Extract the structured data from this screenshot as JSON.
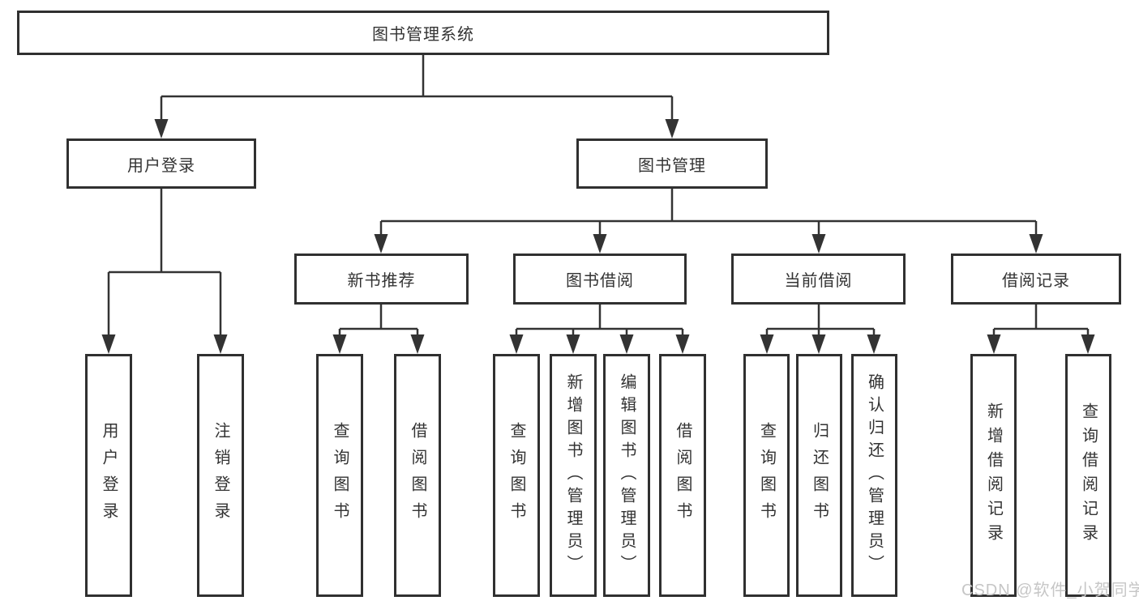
{
  "diagram_title": "图书管理系统",
  "nodes": {
    "root": "图书管理系统",
    "level2": {
      "user": "用户登录",
      "mgmt": "图书管理"
    },
    "level3": {
      "recommend": "新书推荐",
      "borrow": "图书借阅",
      "current": "当前借阅",
      "records": "借阅记录"
    },
    "leaves": {
      "user": [
        "用户登录",
        "注销登录"
      ],
      "recommend": [
        "查询图书",
        "借阅图书"
      ],
      "borrow": [
        "查询图书",
        "新增图书（管理员）",
        "编辑图书（管理员）",
        "借阅图书"
      ],
      "current": [
        "查询图书",
        "归还图书",
        "确认归还（管理员）"
      ],
      "records": [
        "新增借阅记录",
        "查询借阅记录"
      ]
    }
  },
  "watermark": "CSDN @软件_小贺同学",
  "colors": {
    "line": "#333333",
    "box_border": "#303030",
    "text": "#333333",
    "background": "#ffffff",
    "watermark": "#c6c6c6"
  }
}
